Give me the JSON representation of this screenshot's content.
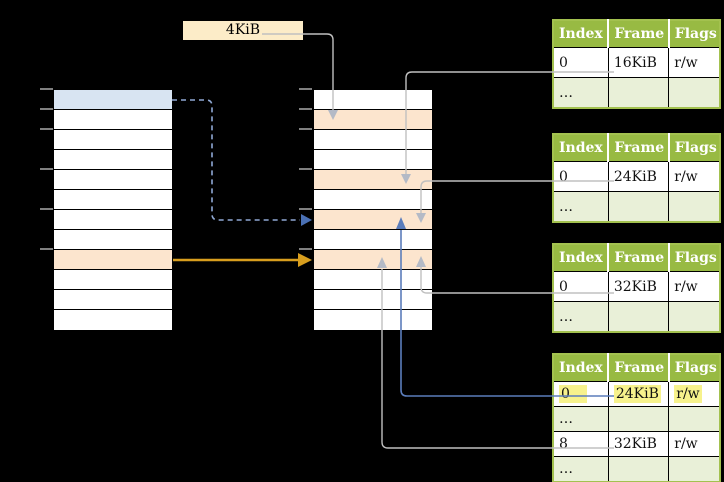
{
  "colors": {
    "bg": "#000000",
    "table_header_green": "#98ba43",
    "table_border_green": "#a3c14f",
    "table_alt_row_green": "#e9f0d8",
    "memory_orange_fill": "#fce5ce",
    "memory_blue_fill": "#d8e4f2",
    "page_size_box_cream": "#fcecc8",
    "yellow_highlight": "#f7f28c",
    "gray_connector": "#c0c0c0",
    "tick_gray": "#808080",
    "blue_connector": "#5b7dbb",
    "blue_dashed_connector": "#8fa8d4",
    "orange_arrow": "#d89e1e"
  },
  "page_size_label": "4KiB",
  "left_column": {
    "row_count": 12,
    "highlighted_rows": {
      "row_1": "blue",
      "row_9": "orange"
    },
    "tick_count": 6
  },
  "middle_column": {
    "row_count": 12,
    "orange_rows": [
      2,
      5,
      7,
      9
    ],
    "tick_count": 6
  },
  "tables": [
    {
      "headers": [
        "Index",
        "Frame",
        "Flags"
      ],
      "rows": [
        [
          "0",
          "16KiB",
          "r/w"
        ],
        [
          "…",
          "",
          ""
        ]
      ]
    },
    {
      "headers": [
        "Index",
        "Frame",
        "Flags"
      ],
      "rows": [
        [
          "0",
          "24KiB",
          "r/w"
        ],
        [
          "…",
          "",
          ""
        ]
      ]
    },
    {
      "headers": [
        "Index",
        "Frame",
        "Flags"
      ],
      "rows": [
        [
          "0",
          "32KiB",
          "r/w"
        ],
        [
          "…",
          "",
          ""
        ]
      ]
    },
    {
      "headers": [
        "Index",
        "Frame",
        "Flags"
      ],
      "rows": [
        [
          "0",
          "24KiB",
          "r/w"
        ],
        [
          "…",
          "",
          ""
        ],
        [
          "8",
          "32KiB",
          "r/w"
        ],
        [
          "…",
          "",
          ""
        ]
      ],
      "highlighted_row_index": 0
    }
  ]
}
